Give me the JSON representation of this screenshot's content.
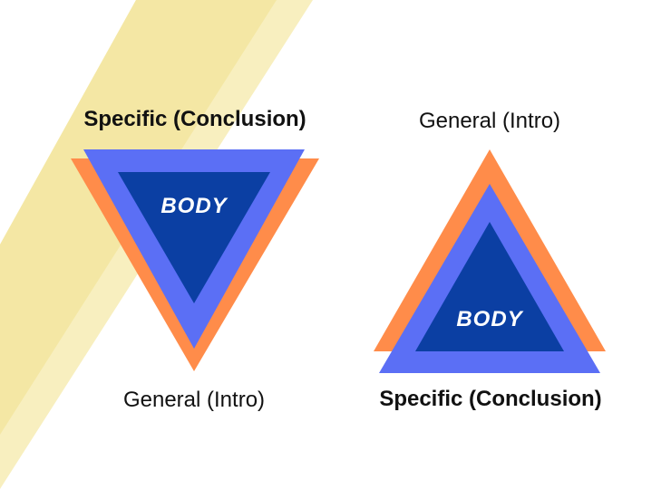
{
  "colors": {
    "background": "#ffffff",
    "stripe": "#f4e7a4",
    "stripe_light": "#f8efbf",
    "orange": "#ff8c4a",
    "blue_mid": "#5b6ff5",
    "blue_dark": "#0b3fa3",
    "text": "#111111",
    "body_text": "#ffffff"
  },
  "left_diagram": {
    "top_label": "Specific (Conclusion)",
    "body_label": "BODY",
    "bottom_label": "General (Intro)"
  },
  "right_diagram": {
    "top_label": "General (Intro)",
    "body_label": "BODY",
    "bottom_label": "Specific (Conclusion)"
  }
}
